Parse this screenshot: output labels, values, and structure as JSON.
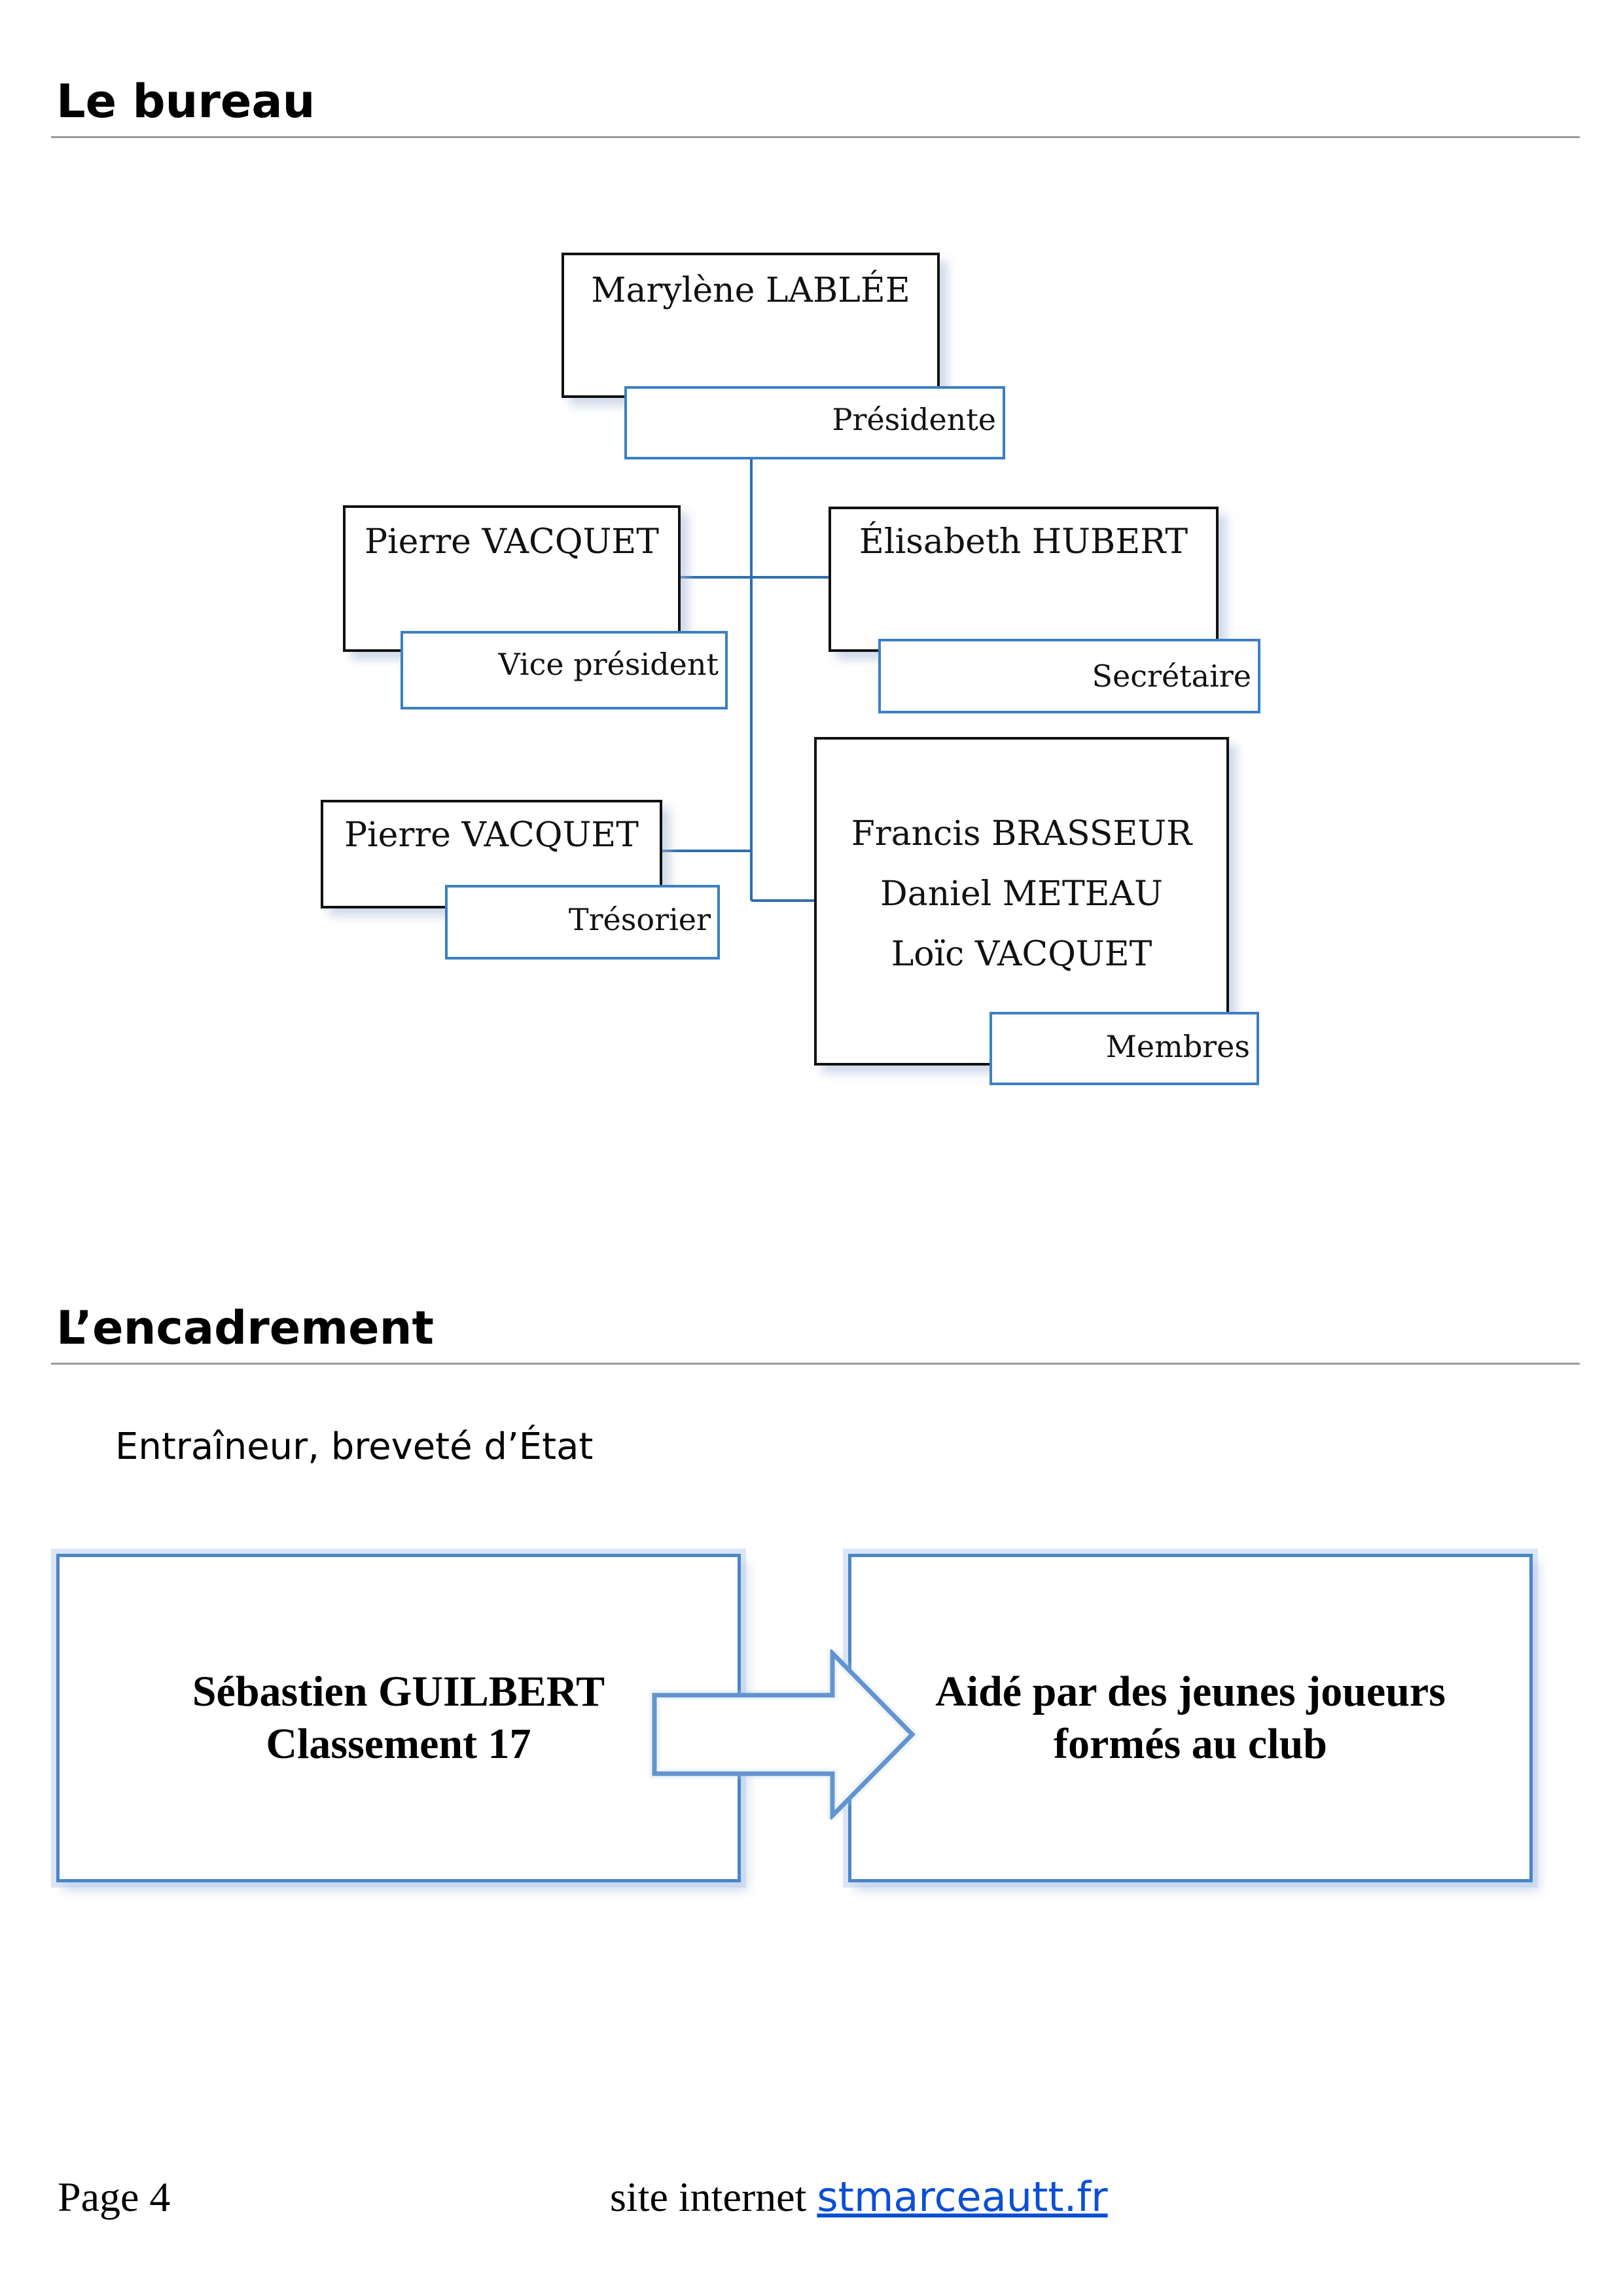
{
  "sections": {
    "bureau_title": "Le bureau",
    "encadrement_title": "L’encadrement",
    "encadrement_subtitle": "Entraîneur, breveté d’État"
  },
  "org_chart": {
    "president": {
      "name": "Marylène LABLÉE",
      "role": "Présidente"
    },
    "vice_president": {
      "name": "Pierre VACQUET",
      "role": "Vice président"
    },
    "secretary": {
      "name": "Élisabeth HUBERT",
      "role": "Secrétaire"
    },
    "treasurer": {
      "name": "Pierre VACQUET",
      "role": "Trésorier"
    },
    "members": {
      "names": [
        "Francis BRASSEUR",
        "Daniel METEAU",
        "Loïc VACQUET"
      ],
      "role": "Membres"
    }
  },
  "coaching": {
    "coach_name": "Sébastien GUILBERT",
    "coach_rank": "Classement 17",
    "helpers_line1": "Aidé par des jeunes joueurs",
    "helpers_line2": "formés au club"
  },
  "footer": {
    "page": "Page 4",
    "site_prefix": "site internet",
    "site_link": "stmarceautt.fr"
  },
  "colors": {
    "role_border": "#3b7fc4",
    "connector": "#2f6fb0",
    "link": "#0b4fd6"
  }
}
